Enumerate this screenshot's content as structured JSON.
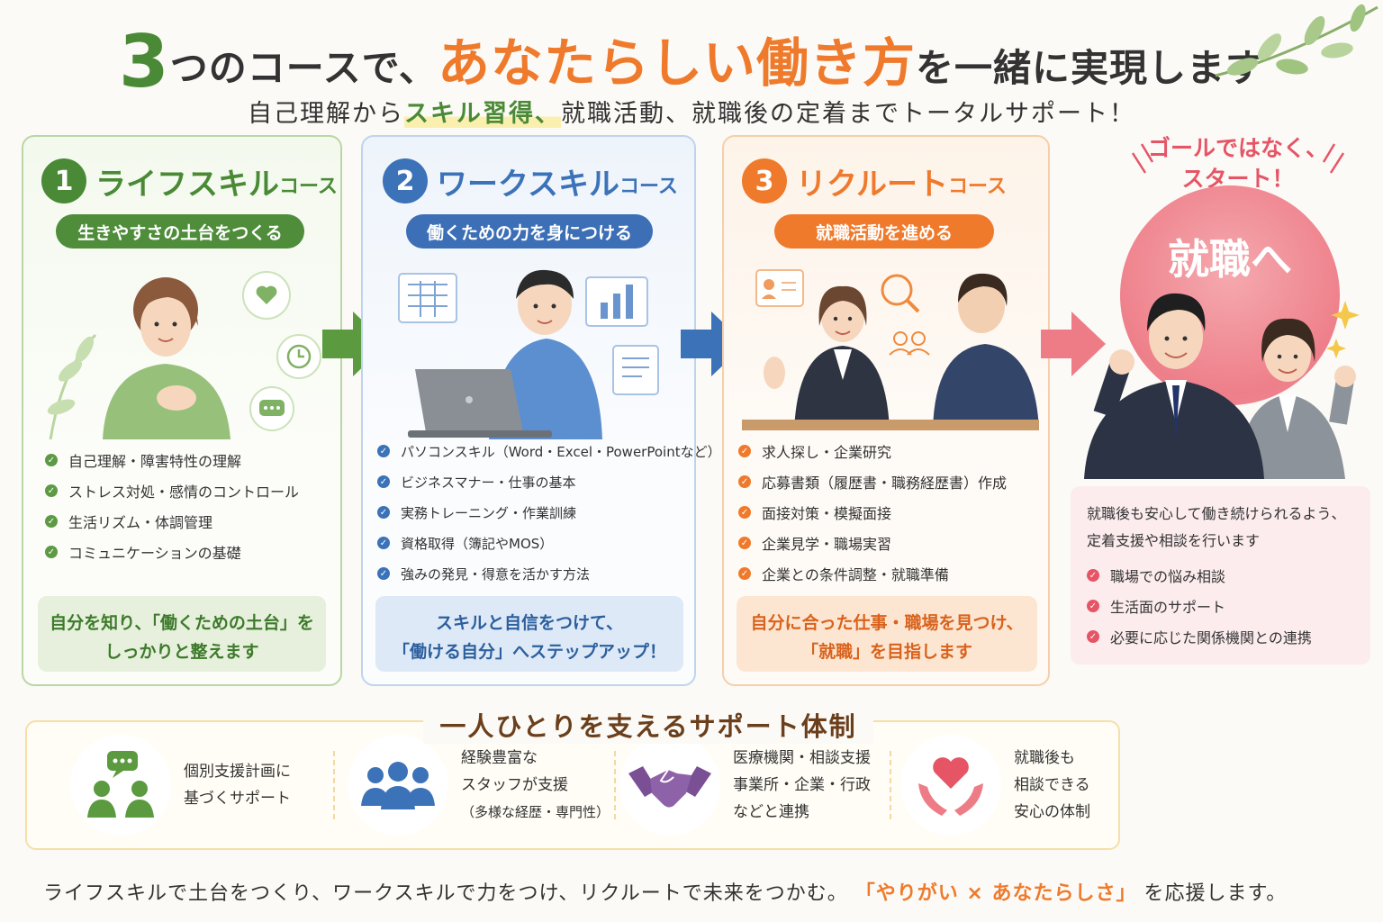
{
  "title": {
    "num": "3",
    "part1": "つのコースで、",
    "highlight": "あなたらしい働き方",
    "part2": "を一緒に実現します"
  },
  "subtitle": {
    "pre": "自己理解から",
    "highlight": "スキル習得、",
    "post": "就職活動、就職後の定着までトータルサポート！"
  },
  "courses": [
    {
      "num": "1",
      "name": "ライフスキル",
      "suffix": "コース",
      "tagline": "生きやすさの土台をつくる",
      "items": [
        "自己理解・障害特性の理解",
        "ストレス対処・感情のコントロール",
        "生活リズム・体調管理",
        "コミュニケーションの基礎"
      ],
      "summary": [
        "自分を知り、「働くための土台」を",
        "しっかりと整えます"
      ]
    },
    {
      "num": "2",
      "name": "ワークスキル",
      "suffix": "コース",
      "tagline": "働くための力を身につける",
      "items": [
        "パソコンスキル（Word・Excel・PowerPointなど）",
        "ビジネスマナー・仕事の基本",
        "実務トレーニング・作業訓練",
        "資格取得（簿記やMOS）",
        "強みの発見・得意を活かす方法"
      ],
      "summary": [
        "スキルと自信をつけて、",
        "「働ける自分」へステップアップ！"
      ]
    },
    {
      "num": "3",
      "name": "リクルート",
      "suffix": "コース",
      "tagline": "就職活動を進める",
      "items": [
        "求人探し・企業研究",
        "応募書類（履歴書・職務経歴書）作成",
        "面接対策・模擬面接",
        "企業見学・職場実習",
        "企業との条件調整・就職準備"
      ],
      "summary": [
        "自分に合った仕事・職場を見つけ、",
        "「就職」を目指します"
      ]
    }
  ],
  "goal": {
    "tagline": [
      "ゴールではなく、",
      "スタート！"
    ],
    "circle": "就職へ",
    "desc": [
      "就職後も安心して働き続けられるよう、",
      "定着支援や相談を行います"
    ],
    "items": [
      "職場での悩み相談",
      "生活面のサポート",
      "必要に応じた関係機関との連携"
    ]
  },
  "support": {
    "title": "一人ひとりを支えるサポート体制",
    "items": [
      {
        "icon": "chat-people-icon",
        "lines": [
          "個別支援計画に",
          "基づくサポート"
        ]
      },
      {
        "icon": "group-icon",
        "lines": [
          "経験豊富な",
          "スタッフが支援",
          "（多様な経歴・専門性）"
        ]
      },
      {
        "icon": "handshake-icon",
        "lines": [
          "医療機関・相談支援",
          "事業所・企業・行政",
          "などと連携"
        ]
      },
      {
        "icon": "heart-hands-icon",
        "lines": [
          "就職後も",
          "相談できる",
          "安心の体制"
        ]
      }
    ]
  },
  "footer": {
    "pre": "ライフスキルで土台をつくり、ワークスキルで力をつけ、リクルートで未来をつかむ。",
    "highlight": "「やりがい × あなたらしさ」",
    "post": "を応援します。"
  },
  "colors": {
    "green": "#4a8a36",
    "blue": "#3c72b8",
    "orange": "#ef7a2c",
    "pink": "#e65566"
  }
}
